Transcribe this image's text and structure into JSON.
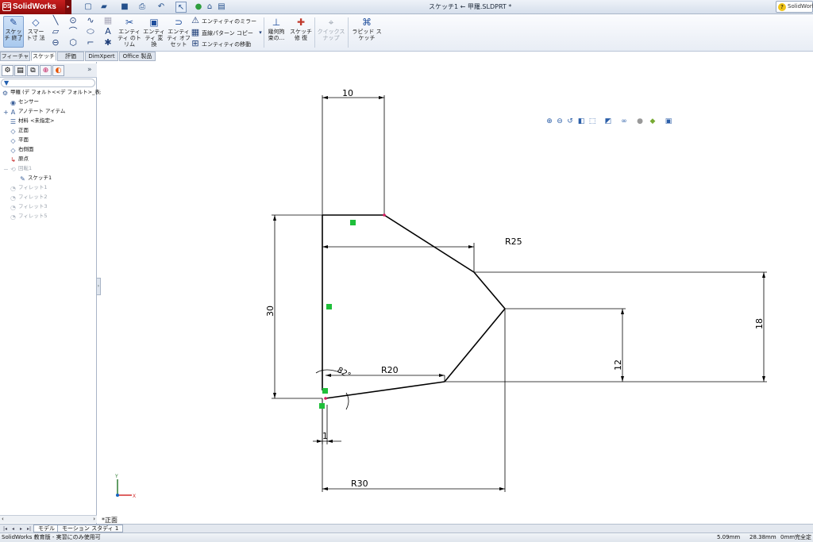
{
  "app": {
    "name": "SolidWorks",
    "doc_title": "スケッチ1 ← 甲羅.SLDPRT *",
    "help_label": "SolidWorks"
  },
  "ribbon": {
    "exit_sketch": "スケッチ 終了",
    "smart_dim": "スマート寸 法",
    "trim": "エンティティ のトリム",
    "convert": "エンティティ 変換",
    "offset": "エンティティ オフセット",
    "mirror": "エンティティのミラー",
    "linear_pattern": "直線パターン コピー",
    "move": "エンティティの移動",
    "relations": "幾何拘 束の...",
    "repair": "スケッチ修 復",
    "quick_snap": "クイックスナップ",
    "rapid_sketch": "ラピッド スケッチ"
  },
  "cm_tabs": [
    "フィーチャー",
    "スケッチ",
    "評価",
    "DimXpert",
    "Office 製品"
  ],
  "tree": {
    "root": "甲羅 (デ フォルト<<デ フォルト>_表示状",
    "items": [
      {
        "label": "センサー",
        "icon": "sensor-icon",
        "dim": false
      },
      {
        "label": "アノテート アイテム",
        "icon": "annotation-icon",
        "dim": false
      },
      {
        "label": "材料 <未指定>",
        "icon": "material-icon",
        "dim": false
      },
      {
        "label": "正面",
        "icon": "plane-icon",
        "dim": false
      },
      {
        "label": "平面",
        "icon": "plane-icon",
        "dim": false
      },
      {
        "label": "右側面",
        "icon": "plane-icon",
        "dim": false
      },
      {
        "label": "原点",
        "icon": "origin-icon",
        "dim": false
      },
      {
        "label": "回転1",
        "icon": "revolve-icon",
        "dim": true
      },
      {
        "label": "スケッチ1",
        "icon": "sketch-icon",
        "dim": false
      },
      {
        "label": "フィレット1",
        "icon": "fillet-icon",
        "dim": true
      },
      {
        "label": "フィレット2",
        "icon": "fillet-icon",
        "dim": true
      },
      {
        "label": "フィレット3",
        "icon": "fillet-icon",
        "dim": true
      },
      {
        "label": "フィレット5",
        "icon": "fillet-icon",
        "dim": true
      }
    ]
  },
  "bottom_tabs": [
    "モデル",
    "モーション スタディ 1"
  ],
  "status": {
    "left": "SolidWorks 教育版 - 実習にのみ使用可",
    "x": "5.09mm",
    "y": "28.38mm",
    "z": "0mm",
    "state": "完全定"
  },
  "view_label": "*正面",
  "dimensions": {
    "d10": "10",
    "r25": "R25",
    "d30": "30",
    "d18": "18",
    "d12": "12",
    "r20": "R20",
    "d1": "1",
    "r30": "R30",
    "angle": "82°"
  },
  "colors": {
    "sketch_line": "#000000",
    "relation_glyph": "#1fbf3a",
    "point_marker": "#d81b60",
    "axis_x": "#d32f2f",
    "axis_y": "#2e7d32",
    "axis_z": "#1565c0"
  }
}
